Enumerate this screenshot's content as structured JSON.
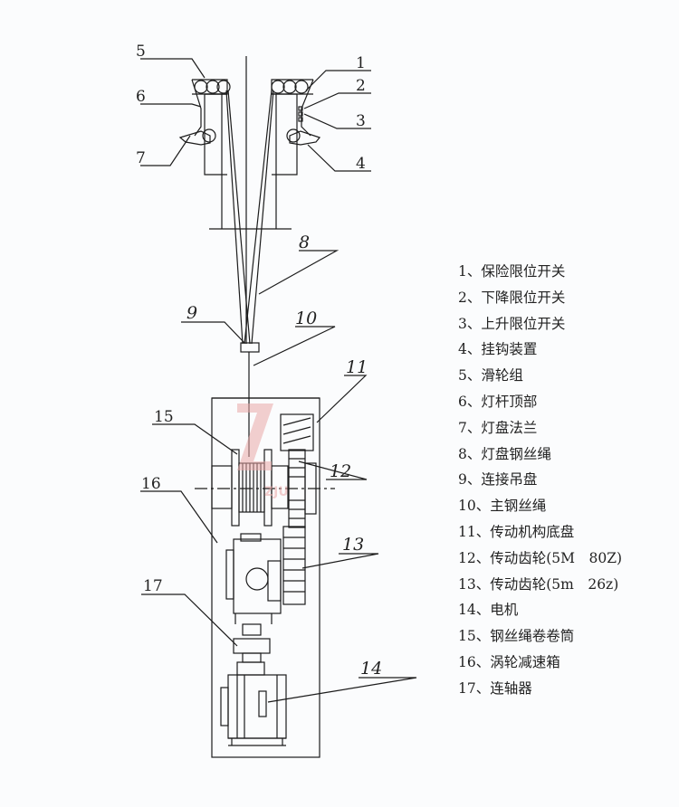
{
  "callouts": {
    "n1": "1",
    "n2": "2",
    "n3": "3",
    "n4": "4",
    "n5": "5",
    "n6": "6",
    "n7": "7",
    "n8": "8",
    "n9": "9",
    "n10": "10",
    "n11": "11",
    "n12": "12",
    "n13": "13",
    "n14": "14",
    "n15": "15",
    "n16": "16",
    "n17": "17"
  },
  "legend": [
    "1、保险限位开关",
    "2、下降限位开关",
    "3、上升限位开关",
    "4、挂钩装置",
    "5、滑轮组",
    "6、灯杆顶部",
    "7、灯盘法兰",
    "8、灯盘钢丝绳",
    "9、连接吊盘",
    "10、主钢丝绳",
    "11、传动机构底盘",
    "12、传动齿轮(5M　80Z)",
    "13、传动齿轮(5m　26z)",
    "14、电机",
    "15、钢丝绳卷卷筒",
    "16、涡轮减速箱",
    "17、连轴器"
  ],
  "colors": {
    "line": "#1c1c1c",
    "watermark": "#e9a7a7"
  },
  "watermark": "ZJU"
}
